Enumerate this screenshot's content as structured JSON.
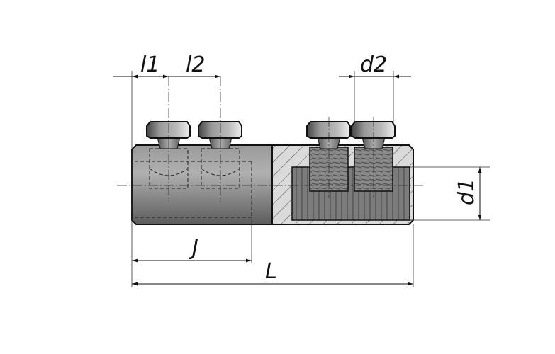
{
  "labels": {
    "l1": "l1",
    "l2": "l2",
    "d2": "d2",
    "d1": "d1",
    "J": "J",
    "L": "L"
  },
  "colors": {
    "line": "#1a1a1a",
    "body_dark": "#6e6e6e",
    "body_light": "#b5b5b5",
    "section": "#d8d8d8",
    "bore": "#7a7a7a"
  }
}
